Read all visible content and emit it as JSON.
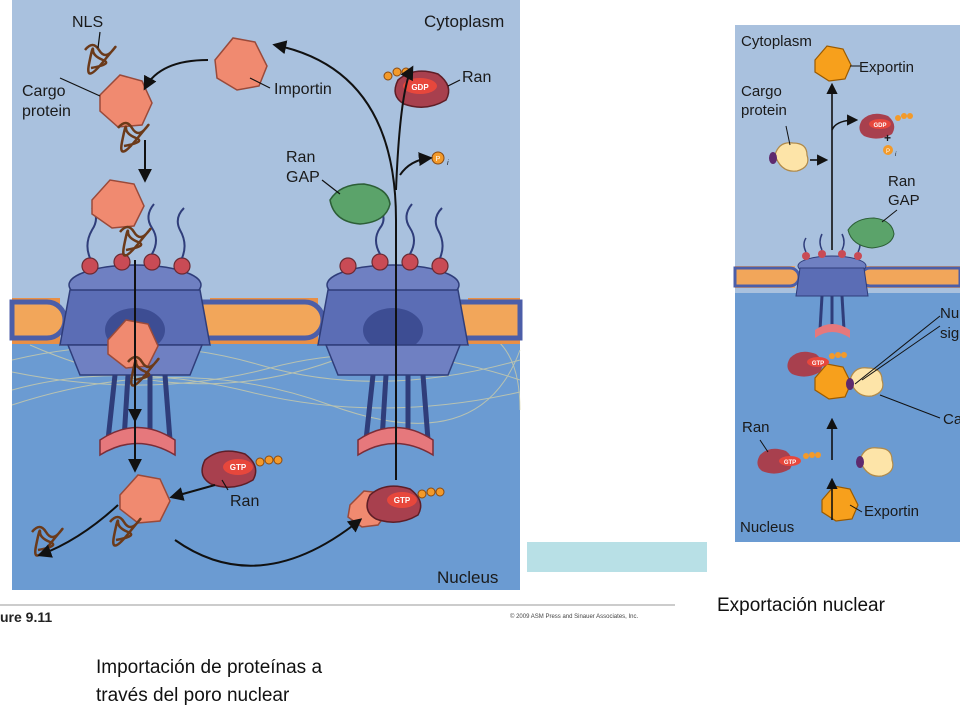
{
  "left_figure": {
    "cytoplasm": "Cytoplasm",
    "nucleus": "Nucleus",
    "nls": "NLS",
    "cargo_line1": "Cargo",
    "cargo_line2": "protein",
    "importin": "Importin",
    "ran_top": "Ran",
    "gdp": "GDP",
    "rangap_line1": "Ran",
    "rangap_line2": "GAP",
    "pi": "P",
    "pi_sub": "i",
    "ran_gtp_label": "Ran",
    "gtp": "GTP",
    "figure_label": "ure 9.11",
    "copyright": "© 2009 ASM Press and Sinauer Associates, Inc."
  },
  "right_figure": {
    "cytoplasm": "Cytoplasm",
    "exportin_top": "Exportin",
    "cargo_line1": "Cargo",
    "cargo_line2": "protein",
    "gdp": "GDP",
    "plus": "+",
    "pi": "P",
    "pi_sub": "i",
    "rangap_line1": "Ran",
    "rangap_line2": "GAP",
    "signal_line1": "Nu",
    "signal_line2": "sig",
    "cargo_cut": "Ca",
    "gtp": "GTP",
    "ran": "Ran",
    "nucleus": "Nucleus",
    "exportin_bottom": "Exportin"
  },
  "captions": {
    "export_title": "Exportación nuclear",
    "import_line1": "Importación de proteínas a",
    "import_line2": "través del poro nuclear"
  },
  "colors": {
    "cytoplasm": "#a9c1de",
    "nucleus": "#6b9bd2",
    "envelope": "#f2a65a",
    "pore": "#4c5ea8",
    "importin": "#f08a70",
    "ran": "#a8404e",
    "rangap": "#5ba36a",
    "exportin": "#f7a01c",
    "cargo_right": "#fde4a8",
    "panel": "#b8e0e6"
  }
}
